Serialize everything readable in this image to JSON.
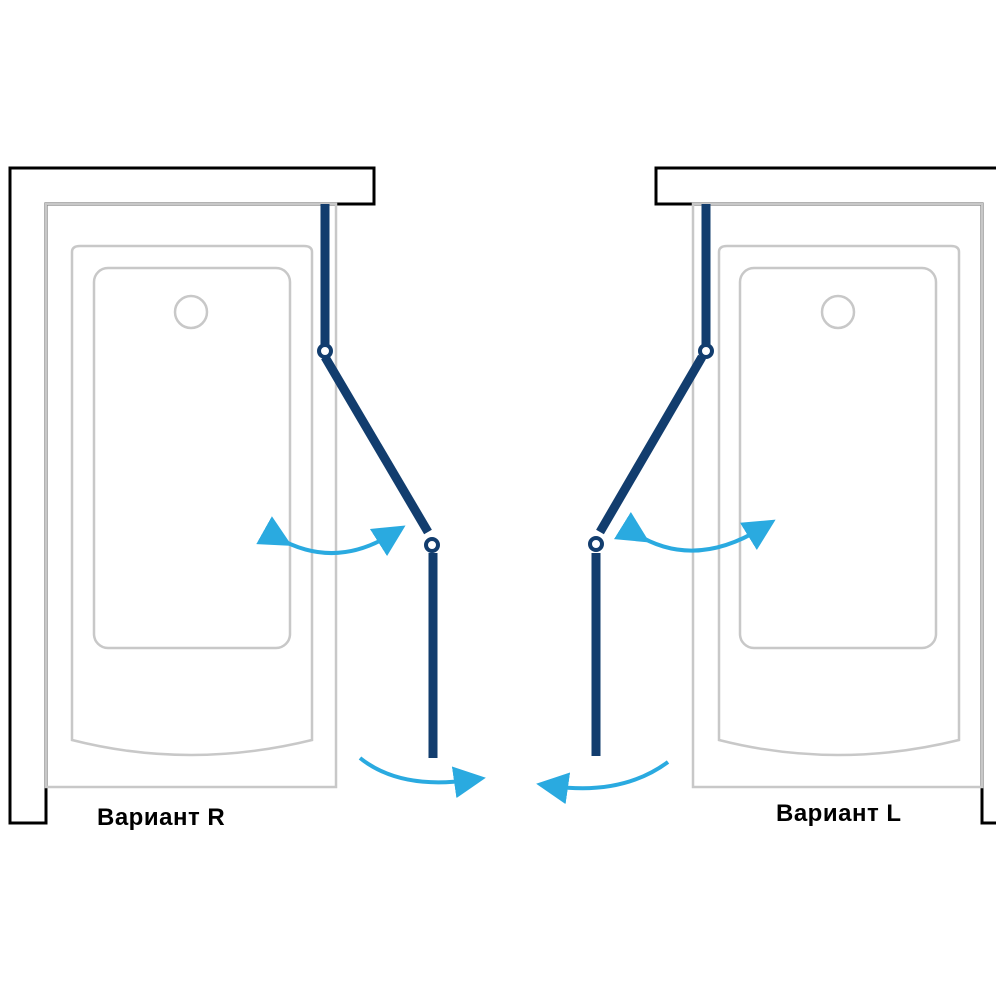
{
  "variants": [
    {
      "id": "R",
      "label": "Вариант R"
    },
    {
      "id": "L",
      "label": "Вариант L"
    }
  ],
  "colors": {
    "wall": "#000000",
    "tub_outline": "#c8c8c8",
    "panel": "#123d6e",
    "arrow": "#2aaae0",
    "label": "#000000"
  },
  "icons": {
    "hinge": "hinge-icon",
    "swing_arrow": "double-headed-curved-arrow-icon",
    "door_arrow": "curved-arrow-icon",
    "drain": "drain-icon"
  }
}
